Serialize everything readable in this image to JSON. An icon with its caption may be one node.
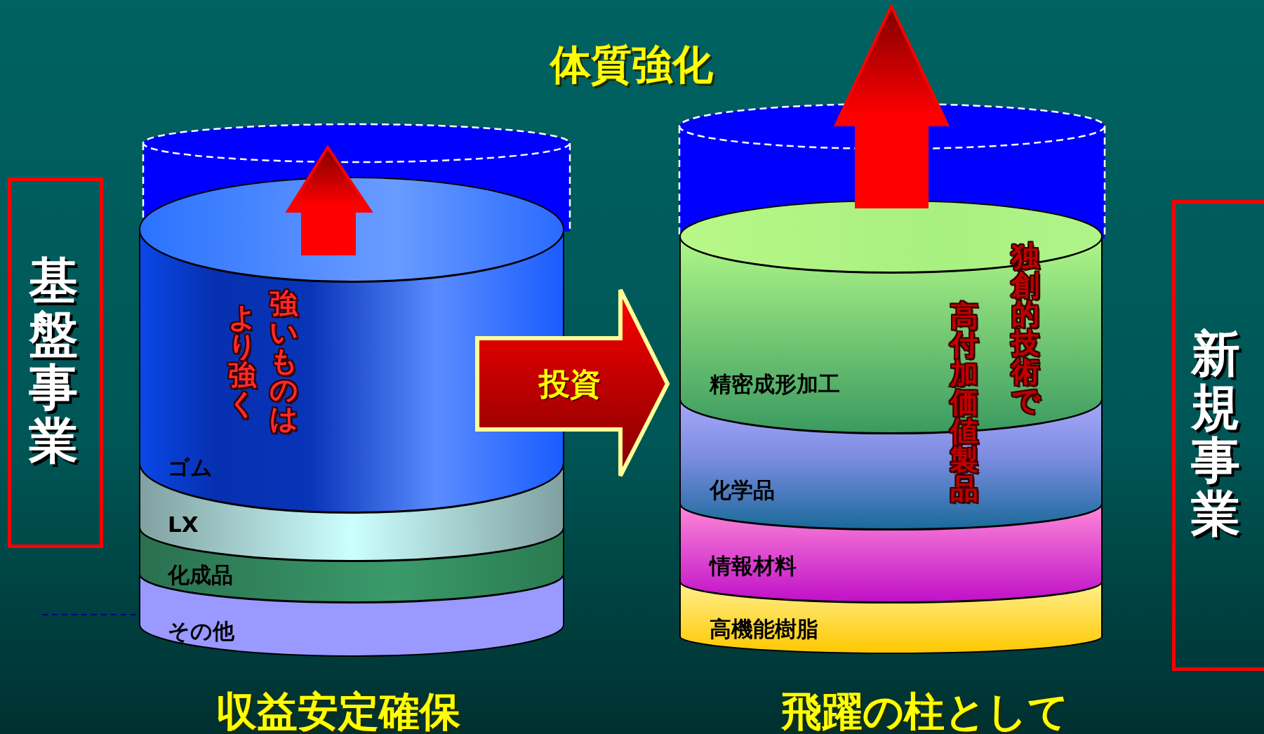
{
  "diagram": {
    "title": "体質強化",
    "nodes": [
      {
        "text": [
          "基盤事業"
        ]
      },
      {
        "text": [
          "ゴム"
        ]
      },
      {
        "text": [
          "LX"
        ]
      },
      {
        "text": [
          "化成品"
        ]
      },
      {
        "text": [
          "その他"
        ]
      },
      {
        "text": [
          "精密成形加工"
        ]
      },
      {
        "text": [
          "化学品"
        ]
      },
      {
        "text": [
          "情報材料"
        ]
      },
      {
        "text": [
          "高機能樹脂"
        ]
      },
      {
        "text": [
          "新規事業"
        ]
      }
    ],
    "edges": [
      {
        "from": 1,
        "to": 5,
        "arrow": "to",
        "label": "投資"
      }
    ],
    "labels": [
      "強いものは",
      "より強く",
      "独創的技術で",
      "高付加価値製品",
      "収益安定確保",
      "飛躍の柱として"
    ]
  }
}
